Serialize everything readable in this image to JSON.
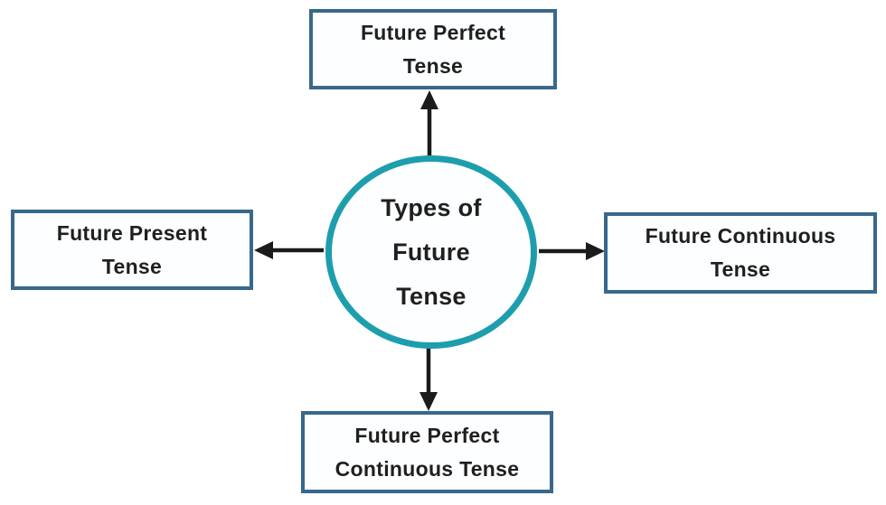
{
  "diagram": {
    "title": "Types of Future Tense",
    "center": {
      "label": "Types of\nFuture\nTense"
    },
    "nodes": {
      "top": {
        "label": "Future Perfect\nTense"
      },
      "left": {
        "label": "Future Present\nTense"
      },
      "right": {
        "label": "Future Continuous\nTense"
      },
      "bottom": {
        "label": "Future Perfect\nContinuous Tense"
      }
    },
    "colors": {
      "circle_border": "#1D9EAD",
      "box_border": "#38688C",
      "text": "#1F1F1F",
      "arrow": "#1B1B1B",
      "background": "#FFFFFF"
    }
  }
}
